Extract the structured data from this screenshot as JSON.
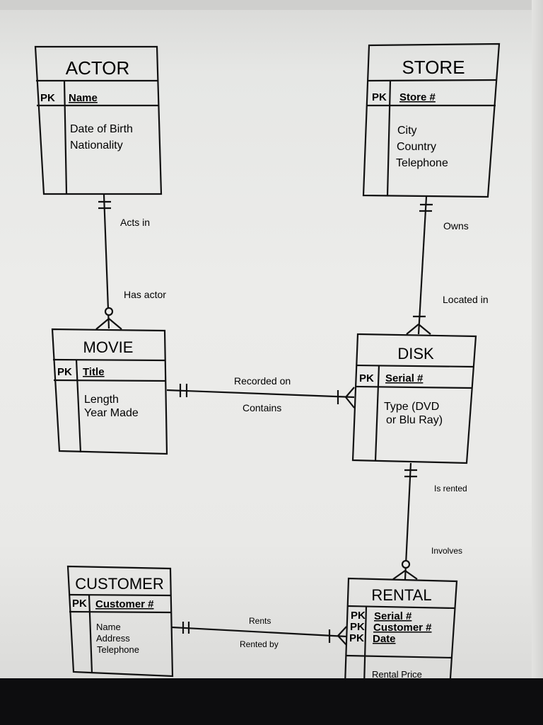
{
  "entities": {
    "actor": {
      "title": "ACTOR",
      "pk": "PK",
      "key": "Name",
      "attributes": [
        "Date of Birth",
        "Nationality"
      ]
    },
    "store": {
      "title": "STORE",
      "pk": "PK",
      "key": "Store #",
      "attributes": [
        "City",
        "Country",
        "Telephone"
      ]
    },
    "movie": {
      "title": "MOVIE",
      "pk": "PK",
      "key": "Title",
      "attributes": [
        "Length",
        "Year Made"
      ]
    },
    "disk": {
      "title": "DISK",
      "pk": "PK",
      "key": "Serial #",
      "attributes": [
        "Type (DVD",
        "or Blu Ray)"
      ]
    },
    "customer": {
      "title": "CUSTOMER",
      "pk": "PK",
      "key": "Customer #",
      "attributes": [
        "Name",
        "Address",
        "Telephone"
      ]
    },
    "rental": {
      "title": "RENTAL",
      "keys": [
        {
          "pk": "PK",
          "name": "Serial #"
        },
        {
          "pk": "PK",
          "name": "Customer #"
        },
        {
          "pk": "PK",
          "name": "Date"
        }
      ],
      "attributes": [
        "Rental Price"
      ]
    }
  },
  "relationships": {
    "actor_movie": {
      "forward": "Acts in",
      "reverse": "Has actor",
      "from_cardinality": "one-and-only-one",
      "to_cardinality": "zero-or-many"
    },
    "store_disk": {
      "forward": "Owns",
      "reverse": "Located in",
      "from_cardinality": "one-and-only-one",
      "to_cardinality": "one-or-many"
    },
    "movie_disk": {
      "forward": "Recorded on",
      "reverse": "Contains",
      "from_cardinality": "one-and-only-one",
      "to_cardinality": "one-or-many"
    },
    "disk_rental": {
      "forward": "Is rented",
      "reverse": "Involves",
      "from_cardinality": "one-and-only-one",
      "to_cardinality": "zero-or-many"
    },
    "customer_rental": {
      "forward": "Rents",
      "reverse": "Rented by",
      "from_cardinality": "one-and-only-one",
      "to_cardinality": "one-or-many"
    }
  },
  "colors": {
    "background": "#ececea",
    "ink": "#111111",
    "bezel": "#0d0d0f"
  }
}
